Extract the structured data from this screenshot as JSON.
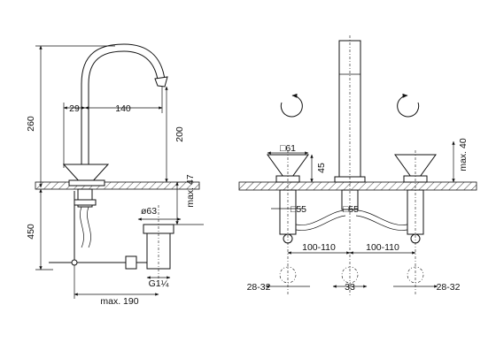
{
  "left_view": {
    "height_total": "260",
    "offset_29": "29",
    "reach_140": "140",
    "spout_height_200": "200",
    "max_47": "max. 47",
    "below_450": "450",
    "dia_63": "ø63",
    "thread": "G1¼",
    "max_190": "max. 190"
  },
  "right_view": {
    "square_61": "□61",
    "height_45": "45",
    "max_40": "max. 40",
    "square_55_left": "□55",
    "square_55_mid": "□55",
    "spacing_left": "100-110",
    "spacing_right": "100-110",
    "bottom_left": "28-32",
    "bottom_mid": "33",
    "bottom_right": "28-32"
  }
}
